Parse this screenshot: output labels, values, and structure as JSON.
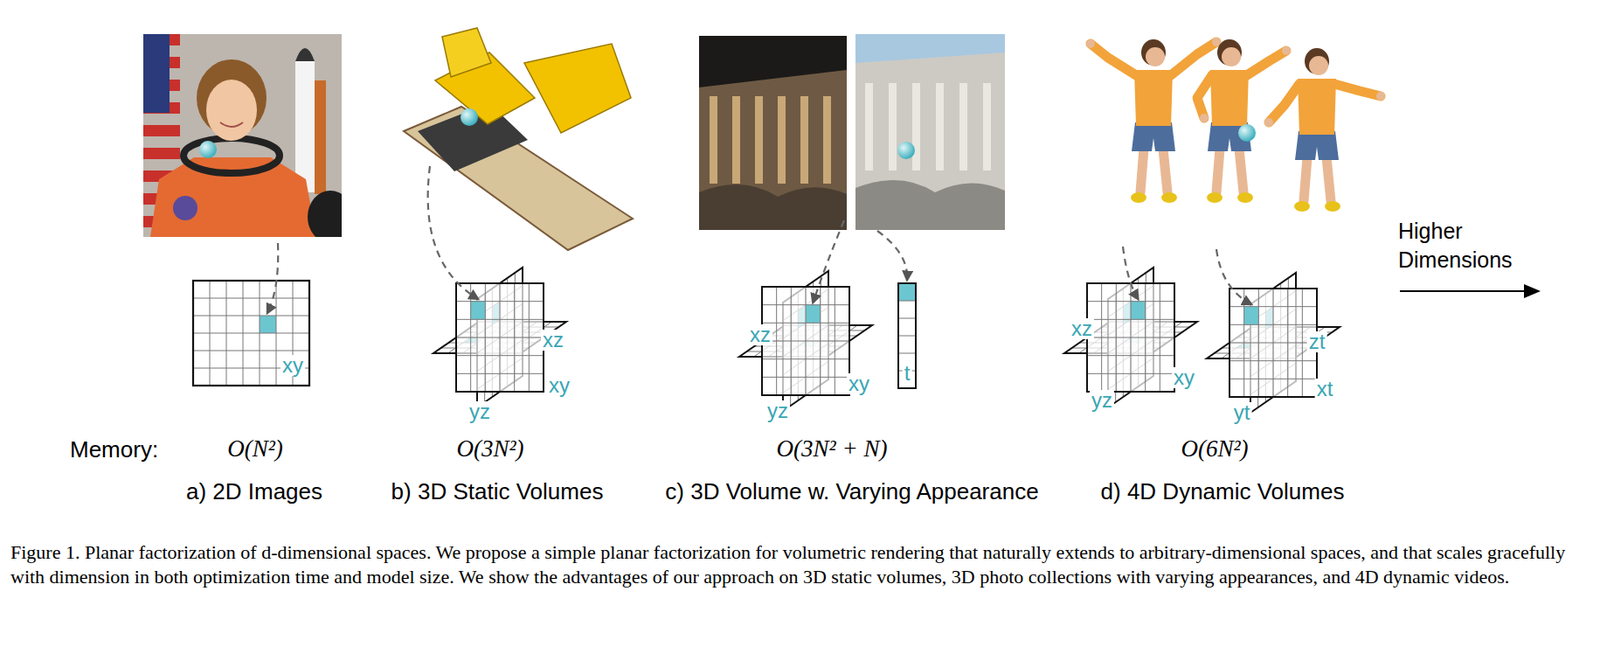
{
  "diagram": {
    "caption": "Figure 1. Planar factorization of d-dimensional spaces. We propose a simple planar factorization for volumetric rendering that naturally extends to arbitrary-dimensional spaces, and that scales gracefully with dimension in both optimization time and model size. We show the advantages of our approach on 3D static volumes, 3D photo collections with varying appearances, and 4D dynamic videos.",
    "labels": [
      "xy",
      "xz",
      "xy",
      "yz",
      "xz",
      "xy",
      "yz",
      "t",
      "xz",
      "xy",
      "yz",
      "yt",
      "zt",
      "xt",
      "Memory:",
      "O(N²)",
      "O(3N²)",
      "O(3N² + N)",
      "O(6N²)",
      "a) 2D Images",
      "b) 3D Static Volumes",
      "c) 3D Volume w. Varying Appearance",
      "d) 4D Dynamic Volumes",
      "Higher Dimensions"
    ]
  }
}
